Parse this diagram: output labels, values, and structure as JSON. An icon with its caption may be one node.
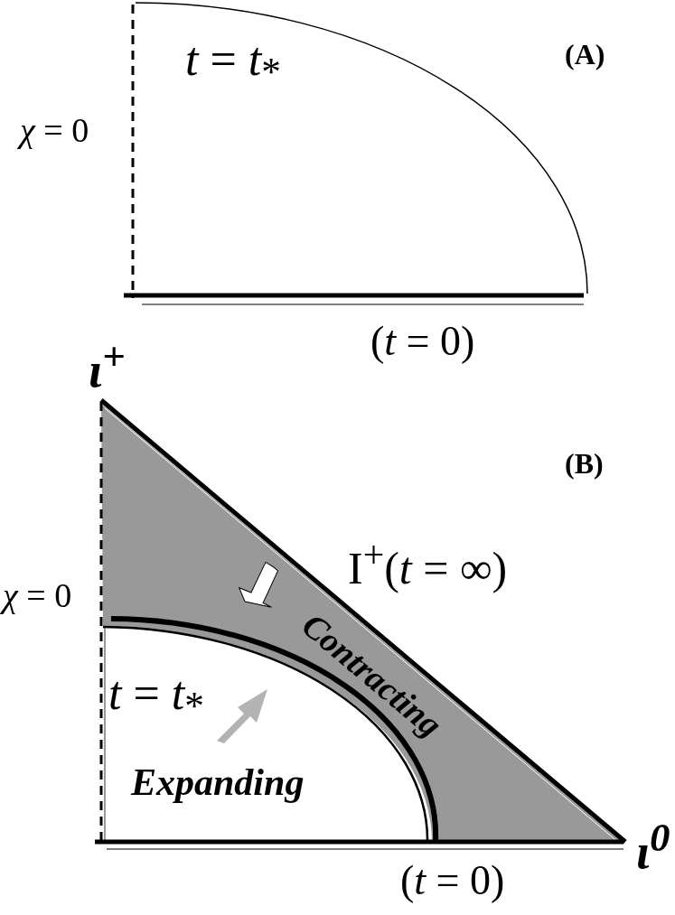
{
  "diagram": {
    "labels": [
      "*t* = *t*$_{*}$",
      "(A)",
      "*χ* = 0",
      "(*t* = 0)",
      "ι$^{+}$",
      "(B)",
      "I$^{+}$(*t* = ∞)",
      "*χ* = 0",
      "Contracting",
      "*t* = *t*$_{*}$",
      "Expanding",
      "ι$^{0}$",
      "(*t* = 0)"
    ]
  }
}
